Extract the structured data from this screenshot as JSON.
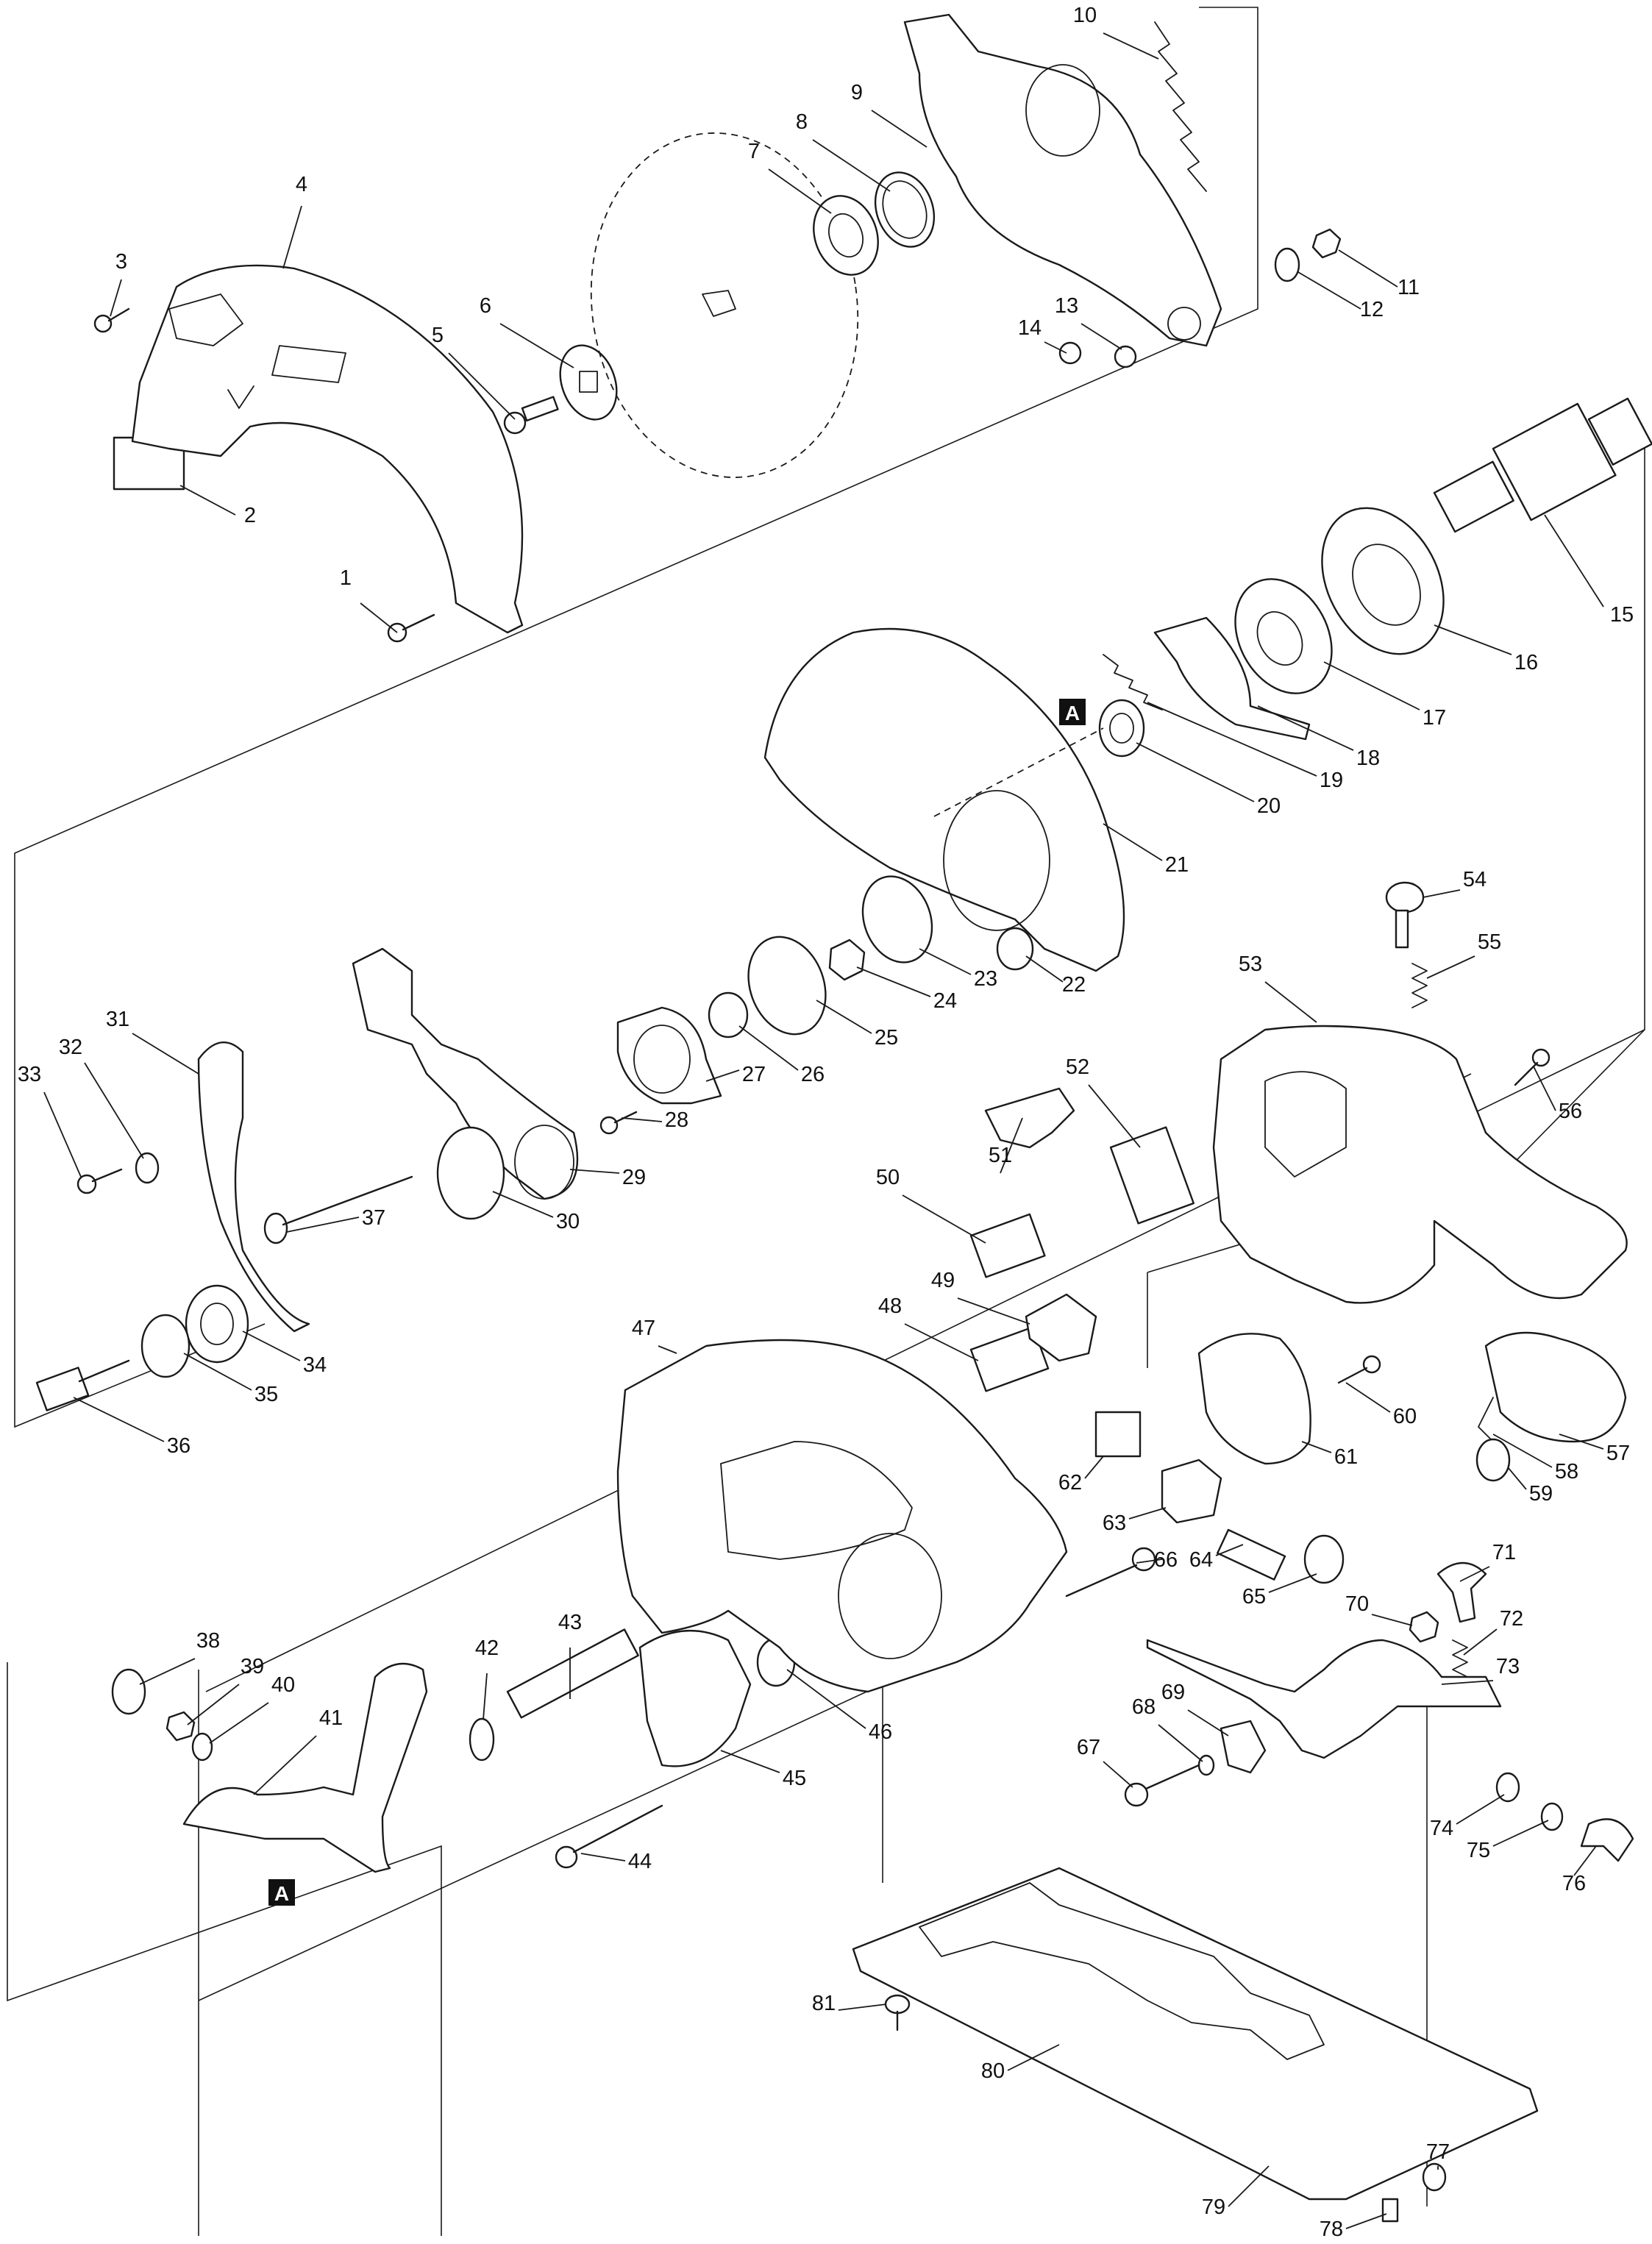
{
  "callouts": [
    "1",
    "2",
    "3",
    "4",
    "5",
    "6",
    "7",
    "8",
    "9",
    "10",
    "11",
    "12",
    "13",
    "14",
    "15",
    "16",
    "17",
    "18",
    "19",
    "20",
    "21",
    "22",
    "23",
    "24",
    "25",
    "26",
    "27",
    "28",
    "29",
    "30",
    "31",
    "32",
    "33",
    "34",
    "35",
    "36",
    "37",
    "38",
    "39",
    "40",
    "41",
    "42",
    "43",
    "44",
    "45",
    "46",
    "47",
    "48",
    "49",
    "50",
    "51",
    "52",
    "53",
    "54",
    "55",
    "56",
    "57",
    "58",
    "59",
    "60",
    "61",
    "62",
    "63",
    "64",
    "65",
    "66",
    "67",
    "68",
    "69",
    "70",
    "71",
    "72",
    "73",
    "74",
    "75",
    "76",
    "77",
    "78",
    "79",
    "80",
    "81"
  ],
  "reference_marker": "A"
}
